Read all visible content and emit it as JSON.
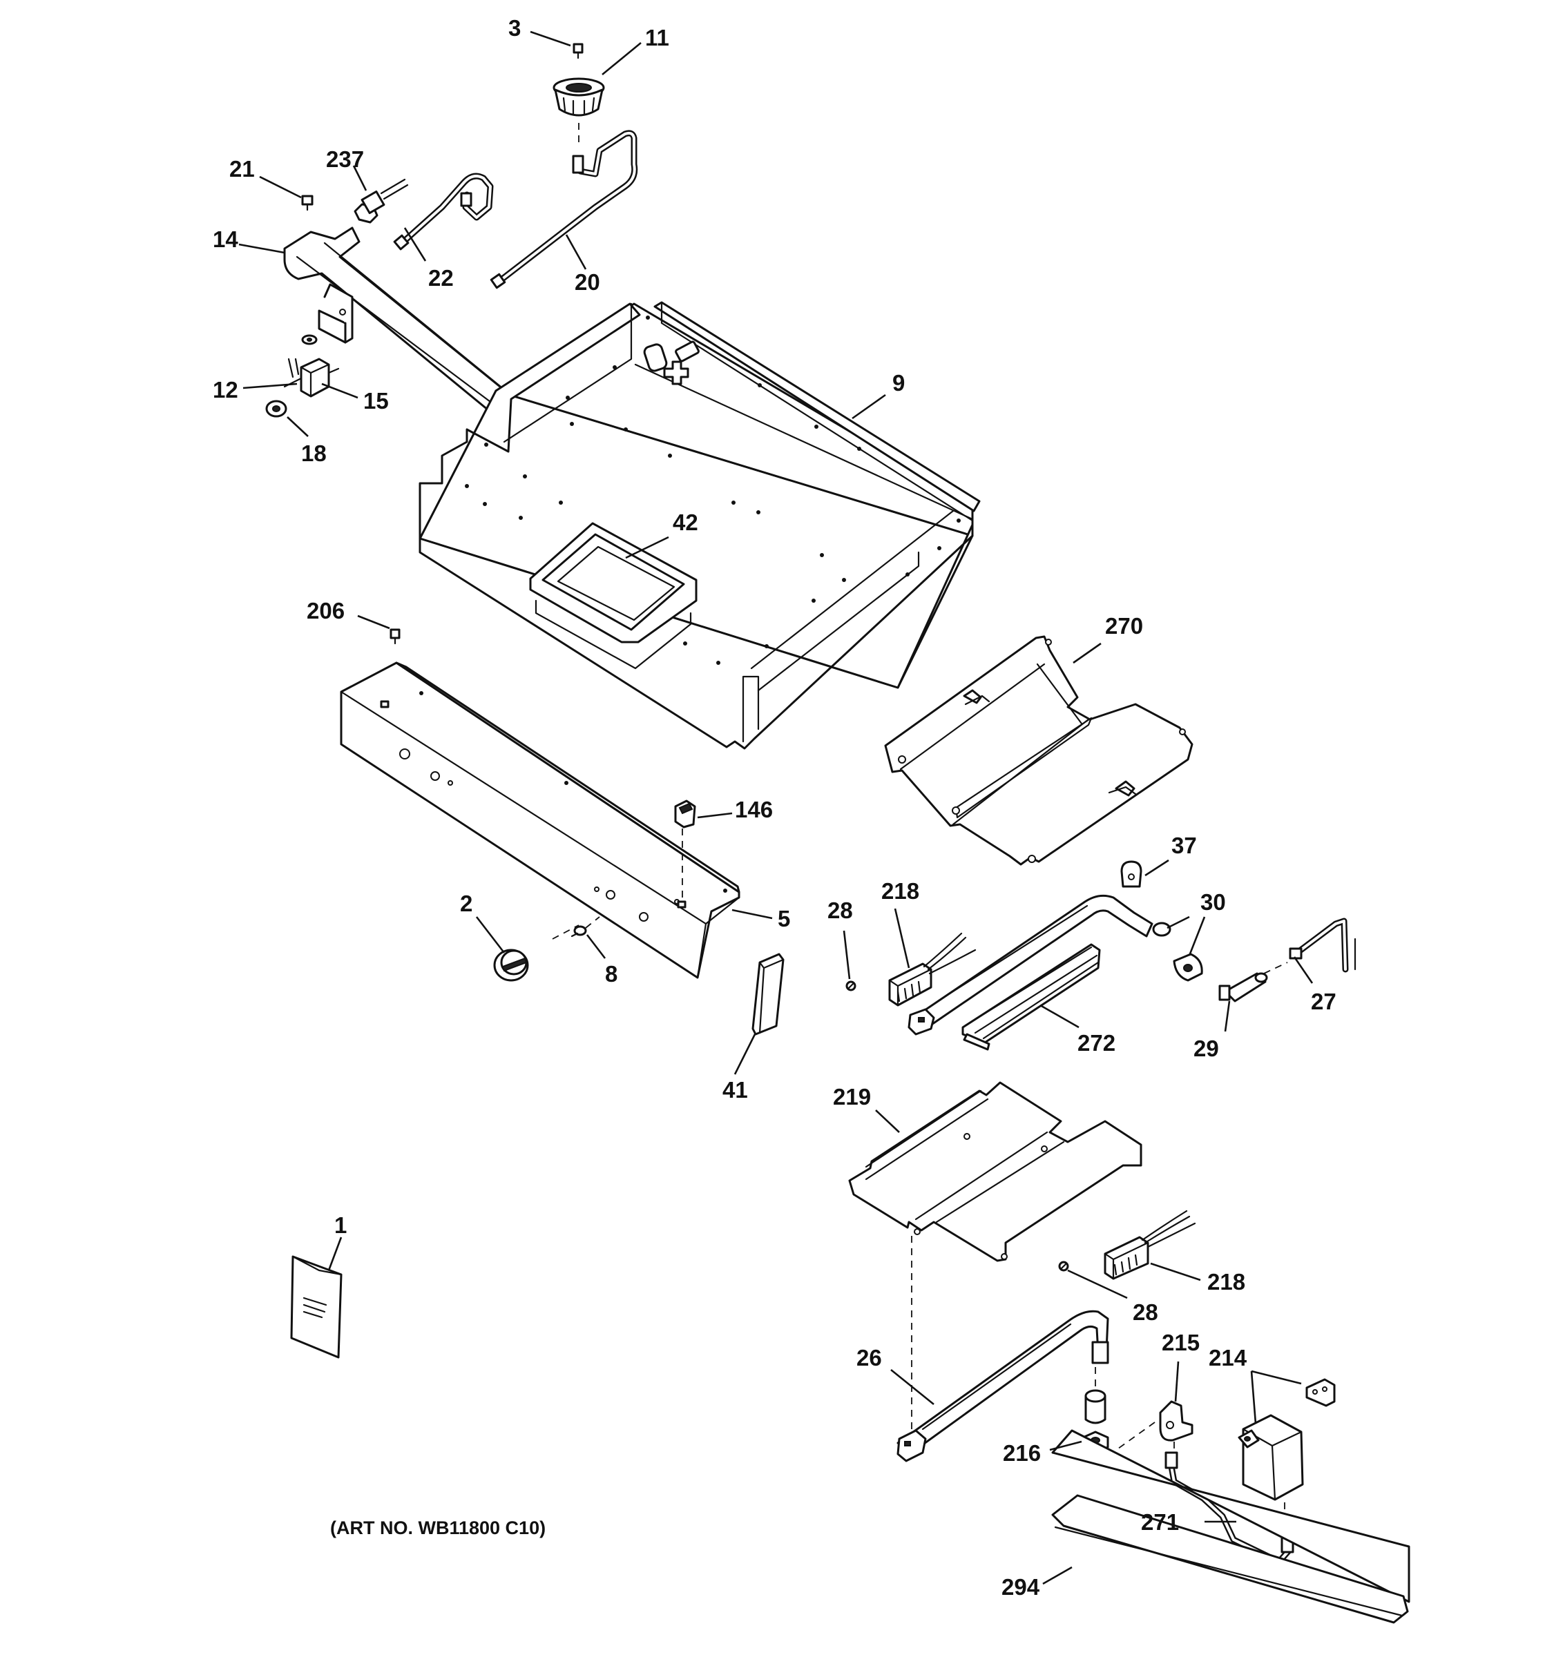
{
  "callouts": [
    {
      "id": "3",
      "label": "3"
    },
    {
      "id": "11",
      "label": "11"
    },
    {
      "id": "21",
      "label": "21"
    },
    {
      "id": "237",
      "label": "237"
    },
    {
      "id": "14",
      "label": "14"
    },
    {
      "id": "22",
      "label": "22"
    },
    {
      "id": "20",
      "label": "20"
    },
    {
      "id": "12",
      "label": "12"
    },
    {
      "id": "15",
      "label": "15"
    },
    {
      "id": "18",
      "label": "18"
    },
    {
      "id": "9",
      "label": "9"
    },
    {
      "id": "42",
      "label": "42"
    },
    {
      "id": "206",
      "label": "206"
    },
    {
      "id": "270",
      "label": "270"
    },
    {
      "id": "146",
      "label": "146"
    },
    {
      "id": "37",
      "label": "37"
    },
    {
      "id": "218a",
      "label": "218"
    },
    {
      "id": "30",
      "label": "30"
    },
    {
      "id": "2",
      "label": "2"
    },
    {
      "id": "28a",
      "label": "28"
    },
    {
      "id": "5",
      "label": "5"
    },
    {
      "id": "8",
      "label": "8"
    },
    {
      "id": "27",
      "label": "27"
    },
    {
      "id": "272",
      "label": "272"
    },
    {
      "id": "29",
      "label": "29"
    },
    {
      "id": "41",
      "label": "41"
    },
    {
      "id": "219",
      "label": "219"
    },
    {
      "id": "1",
      "label": "1"
    },
    {
      "id": "218b",
      "label": "218"
    },
    {
      "id": "28b",
      "label": "28"
    },
    {
      "id": "215",
      "label": "215"
    },
    {
      "id": "214",
      "label": "214"
    },
    {
      "id": "26",
      "label": "26"
    },
    {
      "id": "216",
      "label": "216"
    },
    {
      "id": "271",
      "label": "271"
    },
    {
      "id": "294",
      "label": "294"
    }
  ],
  "caption": "(ART NO. WB11800 C10)"
}
